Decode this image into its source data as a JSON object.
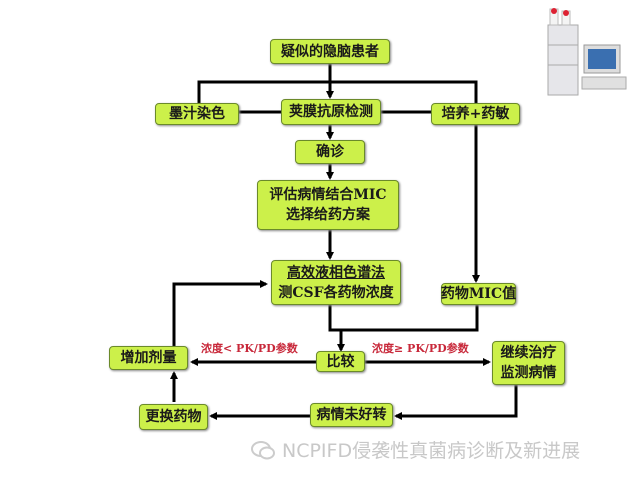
{
  "nodes": {
    "suspected": "疑似的隐脑患者",
    "ink_stain": "墨汁染色",
    "antigen": "荚膜抗原检测",
    "culture": "培养+药敏",
    "confirm": "确诊",
    "assess_line1": "评估病情结合MIC",
    "assess_line2": "选择给药方案",
    "hplc_line1": "高效液相色谱法",
    "hplc_line2": "测CSF各药物浓度",
    "mic": "药物MIC值",
    "compare": "比较",
    "increase": "增加剂量",
    "continue_line1": "继续治疗",
    "continue_line2": "监测病情",
    "not_improved": "病情未好转",
    "switch": "更换药物"
  },
  "edge_labels": {
    "below": "浓度< PK/PD参数",
    "above": "浓度≥ PK/PD参数"
  },
  "watermark": "NCPIFD侵袭性真菌病诊断及新进展",
  "colors": {
    "box_fill": "#ccf04a",
    "box_border": "#6b8a2a",
    "label_red": "#c8283a"
  }
}
